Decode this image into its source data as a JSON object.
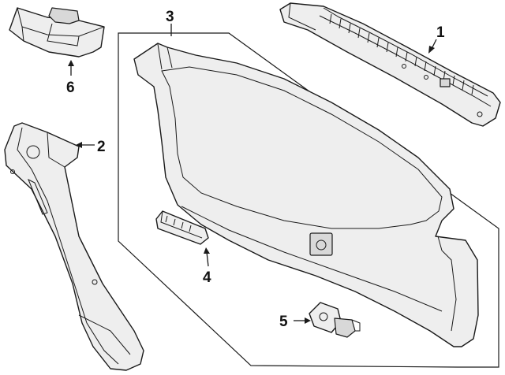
{
  "callouts": {
    "part1": "1",
    "part2": "2",
    "part3": "3",
    "part4": "4",
    "part5": "5",
    "part6": "6"
  }
}
